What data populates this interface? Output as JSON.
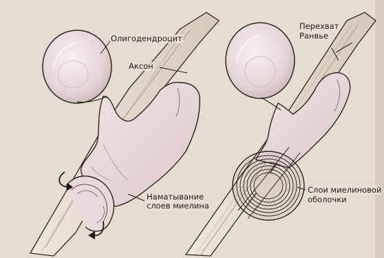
{
  "diagram": {
    "labels": {
      "oligodendrocyte": "Олигодендроцит",
      "axon": "Аксон",
      "wrapping_line1": "Наматывание",
      "wrapping_line2": "слоев миелина",
      "node_line1": "Перехват",
      "node_line2": "Ранвье",
      "myelin_line1": "Слои миелиновой",
      "myelin_line2": "оболочки"
    },
    "colors": {
      "background": "#e6ddd2",
      "cell_fill": "#ecdde0",
      "outline": "#2b2520"
    },
    "icons": [
      "rotation-arrow-icon"
    ]
  }
}
